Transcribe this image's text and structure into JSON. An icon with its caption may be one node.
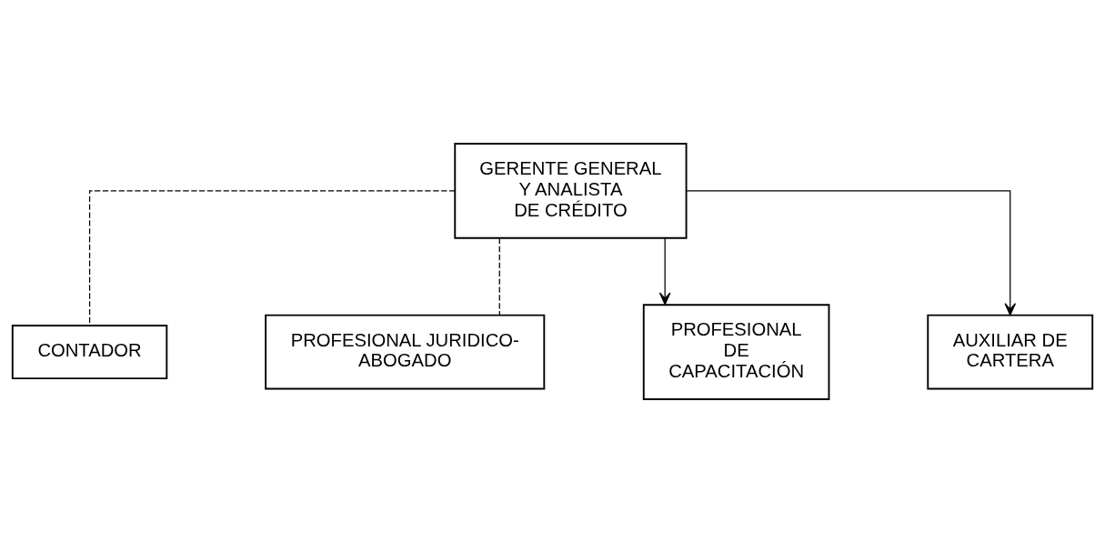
{
  "diagram": {
    "nodes": [
      {
        "text": [
          "GERENTE GENERAL Y ANALISTA DE CRÉDITO"
        ]
      },
      {
        "text": [
          "CONTADOR"
        ]
      },
      {
        "text": [
          "PROFESIONAL JURIDICO- ABOGADO"
        ]
      },
      {
        "text": [
          "PROFESIONAL DE CAPACITACIÓN"
        ]
      },
      {
        "text": [
          "AUXILIAR DE CARTERA"
        ]
      }
    ],
    "edges": [
      {
        "from": 0,
        "to": 1,
        "arrow": "none",
        "style": "dashed"
      },
      {
        "from": 0,
        "to": 2,
        "arrow": "none",
        "style": "dashed"
      },
      {
        "from": 0,
        "to": 3,
        "arrow": "to"
      },
      {
        "from": 0,
        "to": 4,
        "arrow": "to"
      }
    ]
  }
}
